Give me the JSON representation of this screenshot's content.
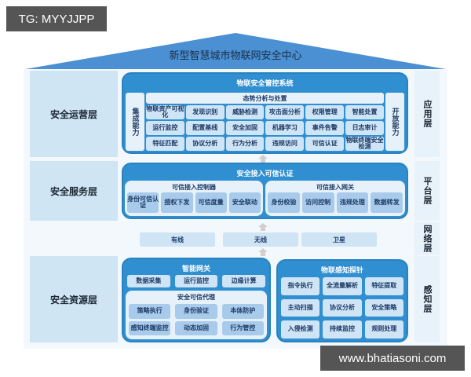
{
  "watermarks": {
    "top_left": "TG: MYYJJPP",
    "bottom_right": "www.bhatiasoni.com"
  },
  "header": {
    "title": "新型智慧城市物联网安全中心"
  },
  "colors": {
    "roof": "#4a90d2",
    "panel": "#2f8fd0",
    "cell": "#cfe4f5",
    "layer_label_bg": "#cfe5f4",
    "watermark_bg": "#555555"
  },
  "left_layers": [
    {
      "label": "安全运营层"
    },
    {
      "label": "安全服务层"
    },
    {
      "label": "安全资源层"
    }
  ],
  "right_layers": [
    {
      "label": "应用层"
    },
    {
      "label": "平台层"
    },
    {
      "label": "网络层"
    },
    {
      "label": "感知层"
    }
  ],
  "operations": {
    "title": "物联安全管控系统",
    "left_side": "集成能力",
    "right_side": "开放能力",
    "subtitle": "态势分析与处置",
    "rows": [
      [
        "物联资产可视化",
        "发现识别",
        "威胁检测",
        "攻击面分析",
        "权限管理",
        "智能处置"
      ],
      [
        "运行监控",
        "配置基线",
        "安全加固",
        "机器学习",
        "事件告警",
        "日志审计"
      ],
      [
        "特征匹配",
        "协议分析",
        "行为分析",
        "违规访问",
        "可信认证",
        "物联终端安全检测"
      ]
    ]
  },
  "services": {
    "title": "安全接入可信认证",
    "controller": {
      "title": "可信接入控制器",
      "items": [
        "身份可信认证",
        "授权下发",
        "可信度量",
        "安全联动"
      ]
    },
    "gateway": {
      "title": "可信接入网关",
      "items": [
        "身份校验",
        "访问控制",
        "违规处理",
        "数据转发"
      ]
    }
  },
  "network": {
    "items": [
      "有线",
      "无线",
      "卫星"
    ]
  },
  "resources": {
    "smart_gateway": {
      "title": "智能网关",
      "top_items": [
        "数据采集",
        "运行监控",
        "边缘计算"
      ],
      "proxy": {
        "title": "安全可信代理",
        "items": [
          "策略执行",
          "身份验证",
          "本体防护",
          "感知终端监控",
          "动态加固",
          "行为管控"
        ]
      }
    },
    "probe": {
      "title": "物联感知探针",
      "items": [
        "指令执行",
        "全流量解析",
        "特征提取",
        "主动扫描",
        "协议分析",
        "安全策略",
        "入侵检测",
        "持续监控",
        "规则处理"
      ]
    }
  }
}
